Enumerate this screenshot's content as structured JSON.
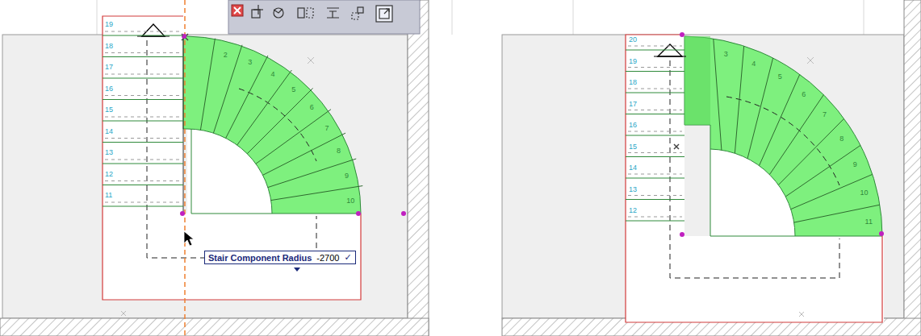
{
  "diagram": {
    "nodes": [
      {
        "text": [
          "Stair Component Radius",
          "-2700",
          "✓"
        ]
      }
    ],
    "labels": [
      "19",
      "18",
      "17",
      "16",
      "15",
      "14",
      "13",
      "12",
      "11",
      "2",
      "3",
      "4",
      "5",
      "6",
      "7",
      "8",
      "9",
      "10",
      "20",
      "19",
      "18",
      "17",
      "16",
      "15",
      "14",
      "13",
      "12",
      "3",
      "4",
      "5",
      "6",
      "7",
      "8",
      "9",
      "10",
      "11"
    ]
  }
}
